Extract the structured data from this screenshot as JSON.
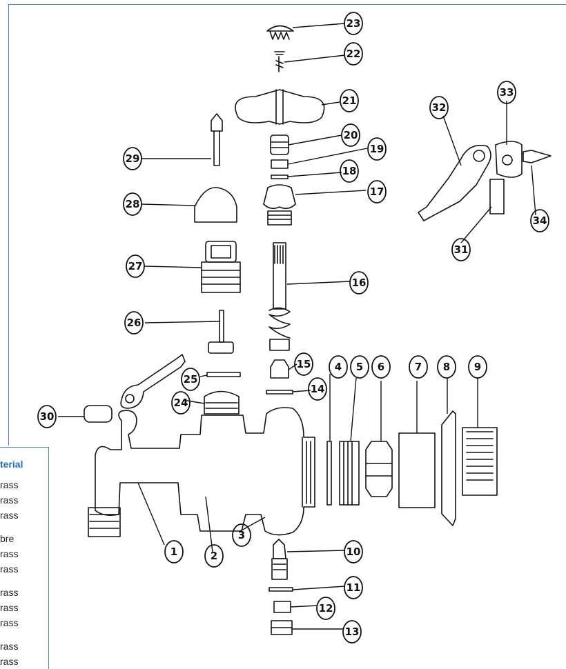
{
  "callouts": [
    "1",
    "2",
    "3",
    "4",
    "5",
    "6",
    "7",
    "8",
    "9",
    "10",
    "11",
    "12",
    "13",
    "14",
    "15",
    "16",
    "17",
    "18",
    "19",
    "20",
    "21",
    "22",
    "23",
    "24",
    "25",
    "26",
    "27",
    "28",
    "29",
    "30",
    "31",
    "32",
    "33",
    "34"
  ],
  "material_panel": {
    "title": "terial",
    "items": [
      "rass",
      "rass",
      "rass",
      "bre",
      "rass",
      "rass",
      "rass",
      "rass",
      "rass",
      "rass",
      "rass"
    ]
  },
  "colors": {
    "frame": "#4a86c5",
    "title": "#1f6fc0",
    "ink": "#111111"
  }
}
